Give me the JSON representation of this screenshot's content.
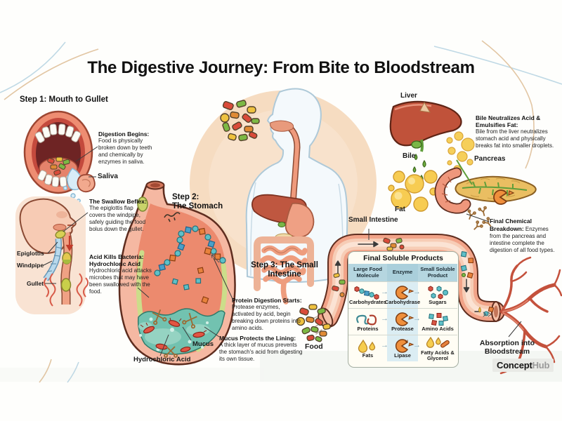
{
  "title": "The Digestive Journey: From Bite to Bloodstream",
  "steps": {
    "step1": "Step 1: Mouth to Gullet",
    "step2_line1": "Step 2:",
    "step2_line2": "The Stomach",
    "step3": "Step 3: The Small Intestine"
  },
  "annotations": {
    "digestion": {
      "heading": "Digestion Begins:",
      "body": "Food is physically broken down by teeth and chemically by enzymes in saliva."
    },
    "swallow": {
      "heading": "The Swallow Beflex:",
      "body": "The epiglottis flap covers the windpipe, safely guiding the food bolus down the gullet."
    },
    "acid": {
      "heading": "Acid Kills Bacteria: Hydrochloric Acid",
      "body": "Hydrochloric acid attacks microbes that may have been swallowed with the food."
    },
    "protein": {
      "heading": "Protein Digestion Starts:",
      "body": "Protease enzymes, activated by acid, begin breaking down proteins into amino acids."
    },
    "mucus": {
      "heading": "Mucus Protects the Lining:",
      "body": "A thick layer of mucus prevents the stomach's acid from digesting its own tissue."
    },
    "bile": {
      "heading": "Bile Neutralizes Acid & Emulsifies Fat:",
      "body": "Bile from the liver neutralizes stomach acid and physically breaks fat into smaller droplets."
    },
    "final": {
      "heading": "Final Chemical Breakdown:",
      "body": "Enzymes from the pancreas and intestine complete the digestion of all food types."
    },
    "absorption": "Absorption into Bloodstream"
  },
  "labels": {
    "saliva": "Saliva",
    "epiglottis": "Epiglottis",
    "windpipe": "Windpipe",
    "gullet": "Gullet",
    "mucus": "Mucus",
    "hydrochloric_acid": "Hydrochloric Acid",
    "liver": "Liver",
    "bile": "Bile",
    "fat": "Fat",
    "pancreas": "Pancreas",
    "small_intestine": "Small Intestine",
    "food": "Food"
  },
  "table": {
    "title": "Final Soluble Products",
    "headers": [
      "Large Food Molecule",
      "Enzyme",
      "Small Soluble Product"
    ],
    "rows": [
      {
        "molecule": "Carbohydrates",
        "enzyme": "Carbohydrase",
        "product": "Sugars"
      },
      {
        "molecule": "Proteins",
        "enzyme": "Protease",
        "product": "Amino Acids"
      },
      {
        "molecule": "Fats",
        "enzyme": "Lipase",
        "product": "Fatty Acids & Glycerol"
      }
    ]
  },
  "logo": {
    "part1": "Concept",
    "part2": "Hub"
  },
  "colors": {
    "tube_salmon": "#f1a388",
    "acid_teal": "#72c2b0",
    "bile_green": "#6fae3e",
    "fat_yellow": "#f7cc52",
    "enzyme_orange": "#ef8f3c",
    "table_header_blue": "#b5d6e0",
    "liver_red": "#c0523a",
    "vessel_red": "#c4513c"
  }
}
